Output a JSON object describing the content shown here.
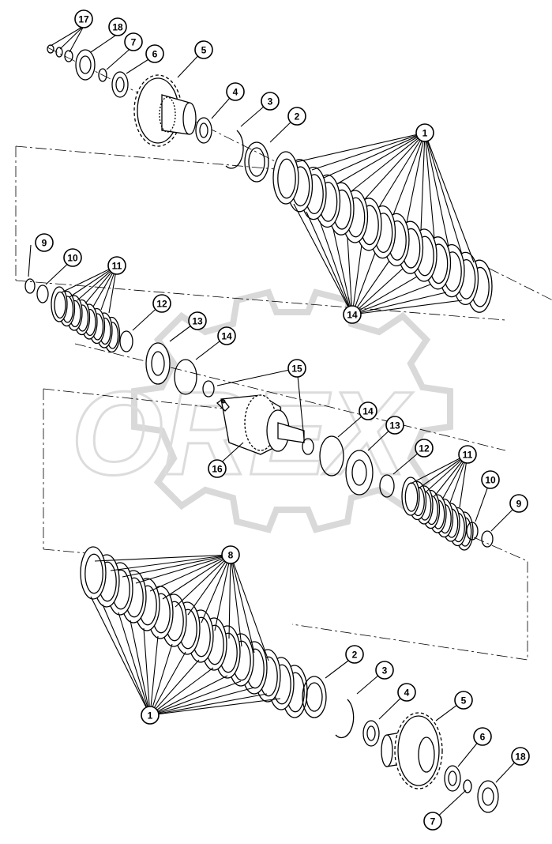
{
  "watermark": {
    "text": "OREX",
    "color": "#dcdcdc"
  },
  "callouts": {
    "c17": "17",
    "c18_top": "18",
    "c7_top": "7",
    "c6_top": "6",
    "c5_top": "5",
    "c4_top": "4",
    "c3_top": "3",
    "c2_top": "2",
    "c1_top": "1",
    "c14_top": "14",
    "c9_left": "9",
    "c10_left": "10",
    "c11_left": "11",
    "c12_left": "12",
    "c13_left": "13",
    "c14_mid": "14",
    "c15": "15",
    "c14_right": "14",
    "c13_right": "13",
    "c12_right": "12",
    "c11_right": "11",
    "c10_right": "10",
    "c9_right": "9",
    "c16": "16",
    "c8": "8",
    "c1_bottom": "1",
    "c2_bottom": "2",
    "c3_bottom": "3",
    "c4_bottom": "4",
    "c5_bottom": "5",
    "c6_bottom": "6",
    "c18_bottom": "18",
    "c7_bottom": "7"
  },
  "colors": {
    "line": "#000000",
    "background": "#ffffff"
  }
}
